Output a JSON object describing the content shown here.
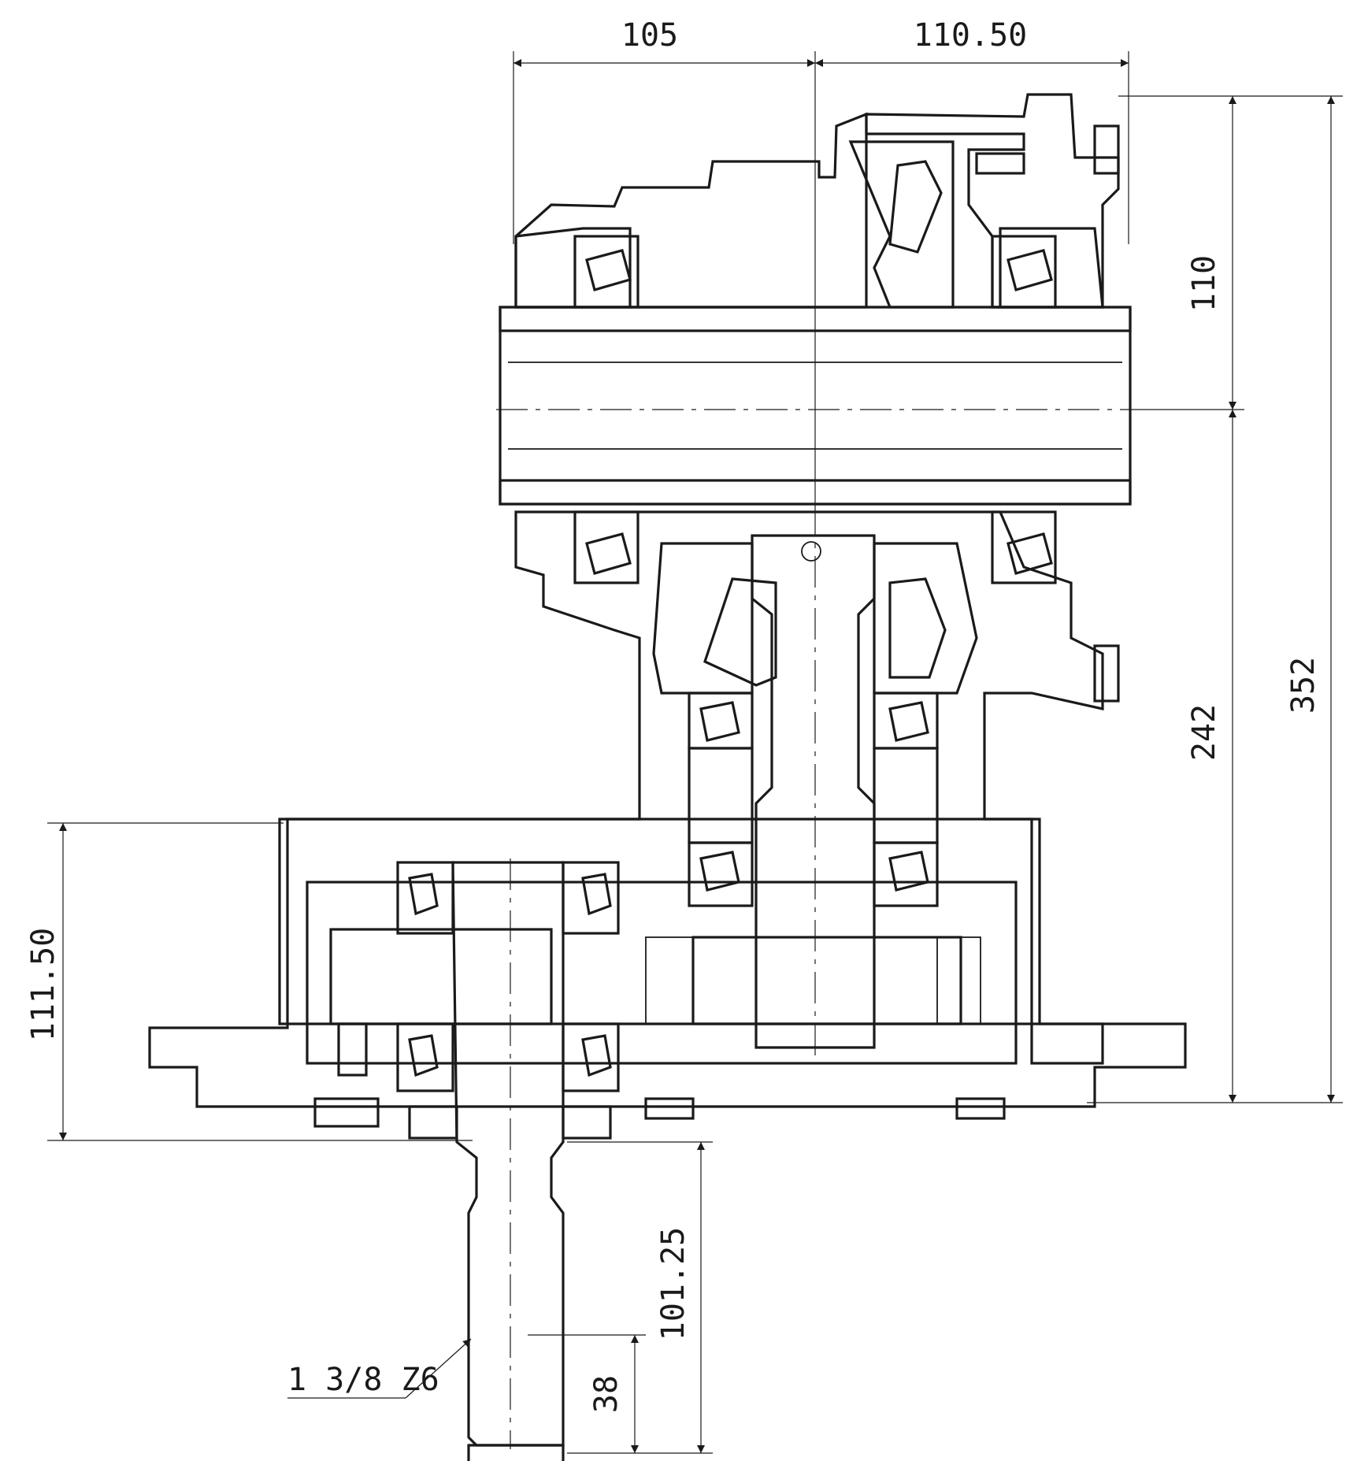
{
  "colors": {
    "line": "#1a1a1a",
    "background": "#ffffff"
  },
  "dimensions": {
    "top_left": "105",
    "top_right": "110.50",
    "right_shaft": "110",
    "right_center": "242",
    "right_total": "352",
    "left_base": "111.50",
    "shaft_length": "101.25",
    "spline_length": "38"
  },
  "callouts": {
    "spline_spec": "1 3/8 Z6"
  }
}
